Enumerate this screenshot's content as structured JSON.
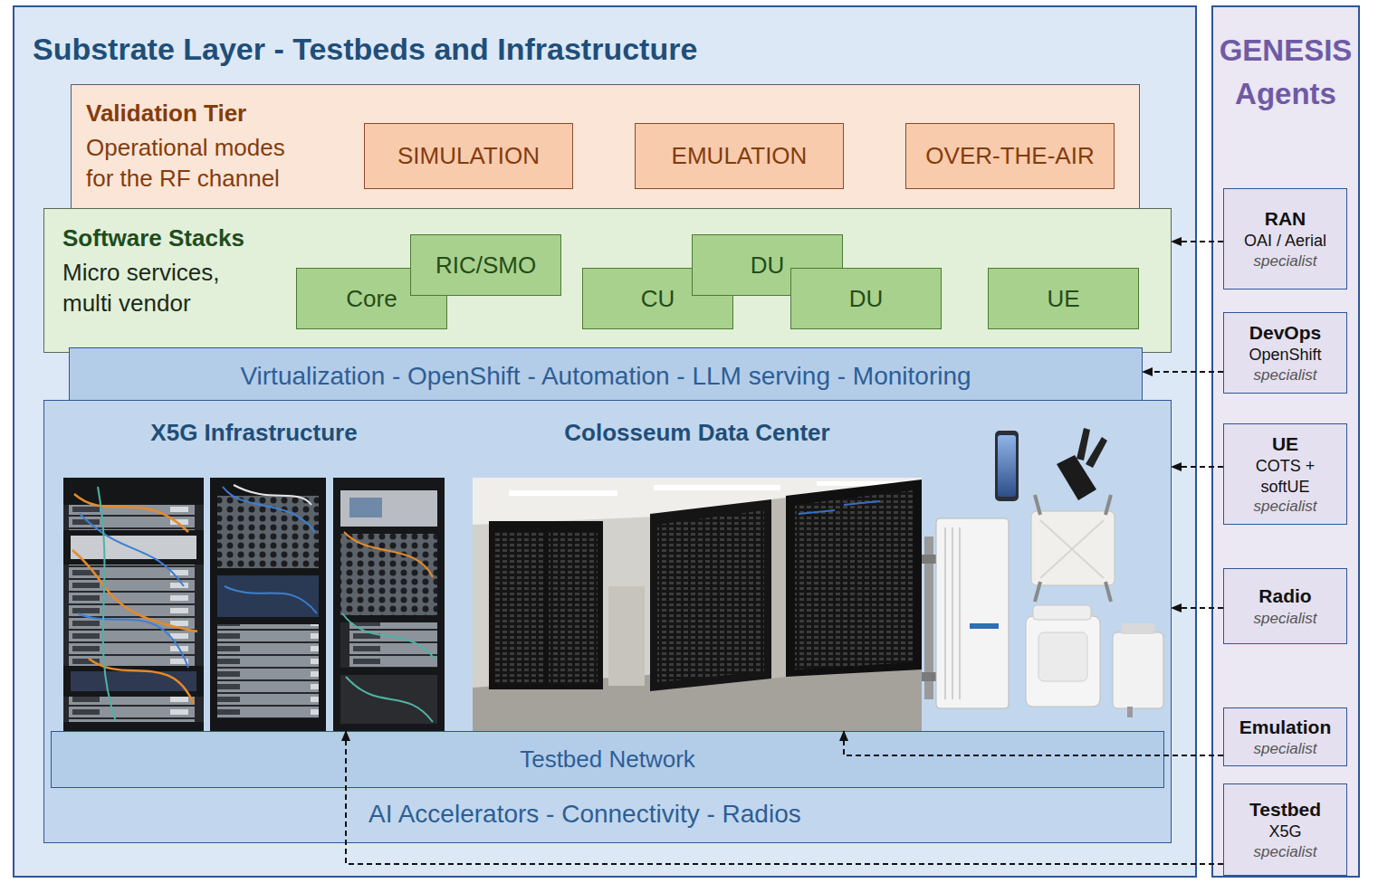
{
  "diagram": {
    "nodes": [
      {
        "text": [
          "Substrate Layer - Testbeds and Infrastructure"
        ]
      },
      {
        "text": [
          "Validation Tier",
          "Operational modes for the RF channel"
        ],
        "in": 0
      },
      {
        "text": [
          "SIMULATION"
        ],
        "in": 1
      },
      {
        "text": [
          "EMULATION"
        ],
        "in": 1
      },
      {
        "text": [
          "OVER-THE-AIR"
        ],
        "in": 1
      },
      {
        "text": [
          "Software Stacks",
          "Micro services, multi vendor"
        ],
        "in": 0
      },
      {
        "text": [
          "Core"
        ],
        "in": 5
      },
      {
        "text": [
          "RIC/SMO"
        ],
        "in": 5
      },
      {
        "text": [
          "CU"
        ],
        "in": 5
      },
      {
        "text": [
          "DU"
        ],
        "in": 5
      },
      {
        "text": [
          "DU"
        ],
        "in": 5
      },
      {
        "text": [
          "UE"
        ],
        "in": 5
      },
      {
        "text": [
          "Virtualization - OpenShift - Automation - LLM serving - Monitoring"
        ],
        "in": 0
      },
      {
        "text": [
          "AI Accelerators - Connectivity - Radios"
        ],
        "in": 0
      },
      {
        "text": [
          "X5G Infrastructure"
        ],
        "in": 13
      },
      {
        "text": [
          "Colosseum Data Center"
        ],
        "in": 13
      },
      {
        "text": [
          "Testbed Network"
        ],
        "in": 13
      },
      {
        "text": [
          "GENESIS Agents"
        ]
      },
      {
        "text": [
          "RAN",
          "OAI / Aerial",
          "specialist"
        ],
        "in": 17
      },
      {
        "text": [
          "DevOps",
          "OpenShift",
          "specialist"
        ],
        "in": 17
      },
      {
        "text": [
          "UE",
          "COTS + softUE",
          "specialist"
        ],
        "in": 17
      },
      {
        "text": [
          "Radio",
          "specialist"
        ],
        "in": 17
      },
      {
        "text": [
          "Emulation",
          "specialist"
        ],
        "in": 17
      },
      {
        "text": [
          "Testbed",
          "X5G",
          "specialist"
        ],
        "in": 17
      }
    ],
    "edges": [
      {
        "from": 18,
        "to": 5,
        "arrow": "to"
      },
      {
        "from": 19,
        "to": 12,
        "arrow": "to"
      },
      {
        "from": 20,
        "to": 13,
        "arrow": "to"
      },
      {
        "from": 21,
        "to": 13,
        "arrow": "to"
      },
      {
        "from": 22,
        "to": 15,
        "arrow": "to"
      },
      {
        "from": 23,
        "to": 14,
        "arrow": "to"
      }
    ]
  }
}
